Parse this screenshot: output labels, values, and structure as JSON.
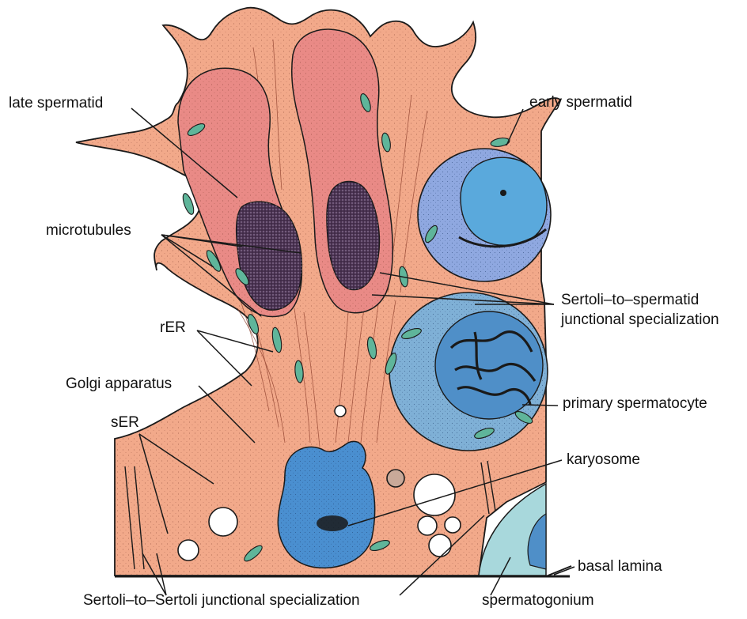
{
  "labels": {
    "late_spermatid": "late spermatid",
    "microtubules": "microtubules",
    "rER": "rER",
    "golgi": "Golgi apparatus",
    "sER": "sER",
    "early_spermatid": "early spermatid",
    "sertoli_spermatid_junction": "Sertoli–to–spermatid junctional specialization",
    "primary_spermatocyte": "primary spermatocyte",
    "karyosome": "karyosome",
    "basal_lamina": "basal lamina",
    "spermatogonium": "spermatogonium",
    "sertoli_sertoli_junction": "Sertoli–to–Sertoli junctional specialization"
  },
  "colors": {
    "sertoli_cytoplasm": "#f2a98a",
    "spermatid_head": "#e98a86",
    "condensed_nucleus": "#4b3352",
    "early_spermatid": "#8fa8e0",
    "early_nucleus": "#5aa9dc",
    "spermatocyte": "#7fb0d6",
    "spermatocyte_nucleus": "#4f8fc8",
    "sertoli_nucleus": "#4a8fd0",
    "mitochondria": "#5fb59a",
    "spermatogonium": "#a8d8dc",
    "outline": "#1a1a1a"
  }
}
